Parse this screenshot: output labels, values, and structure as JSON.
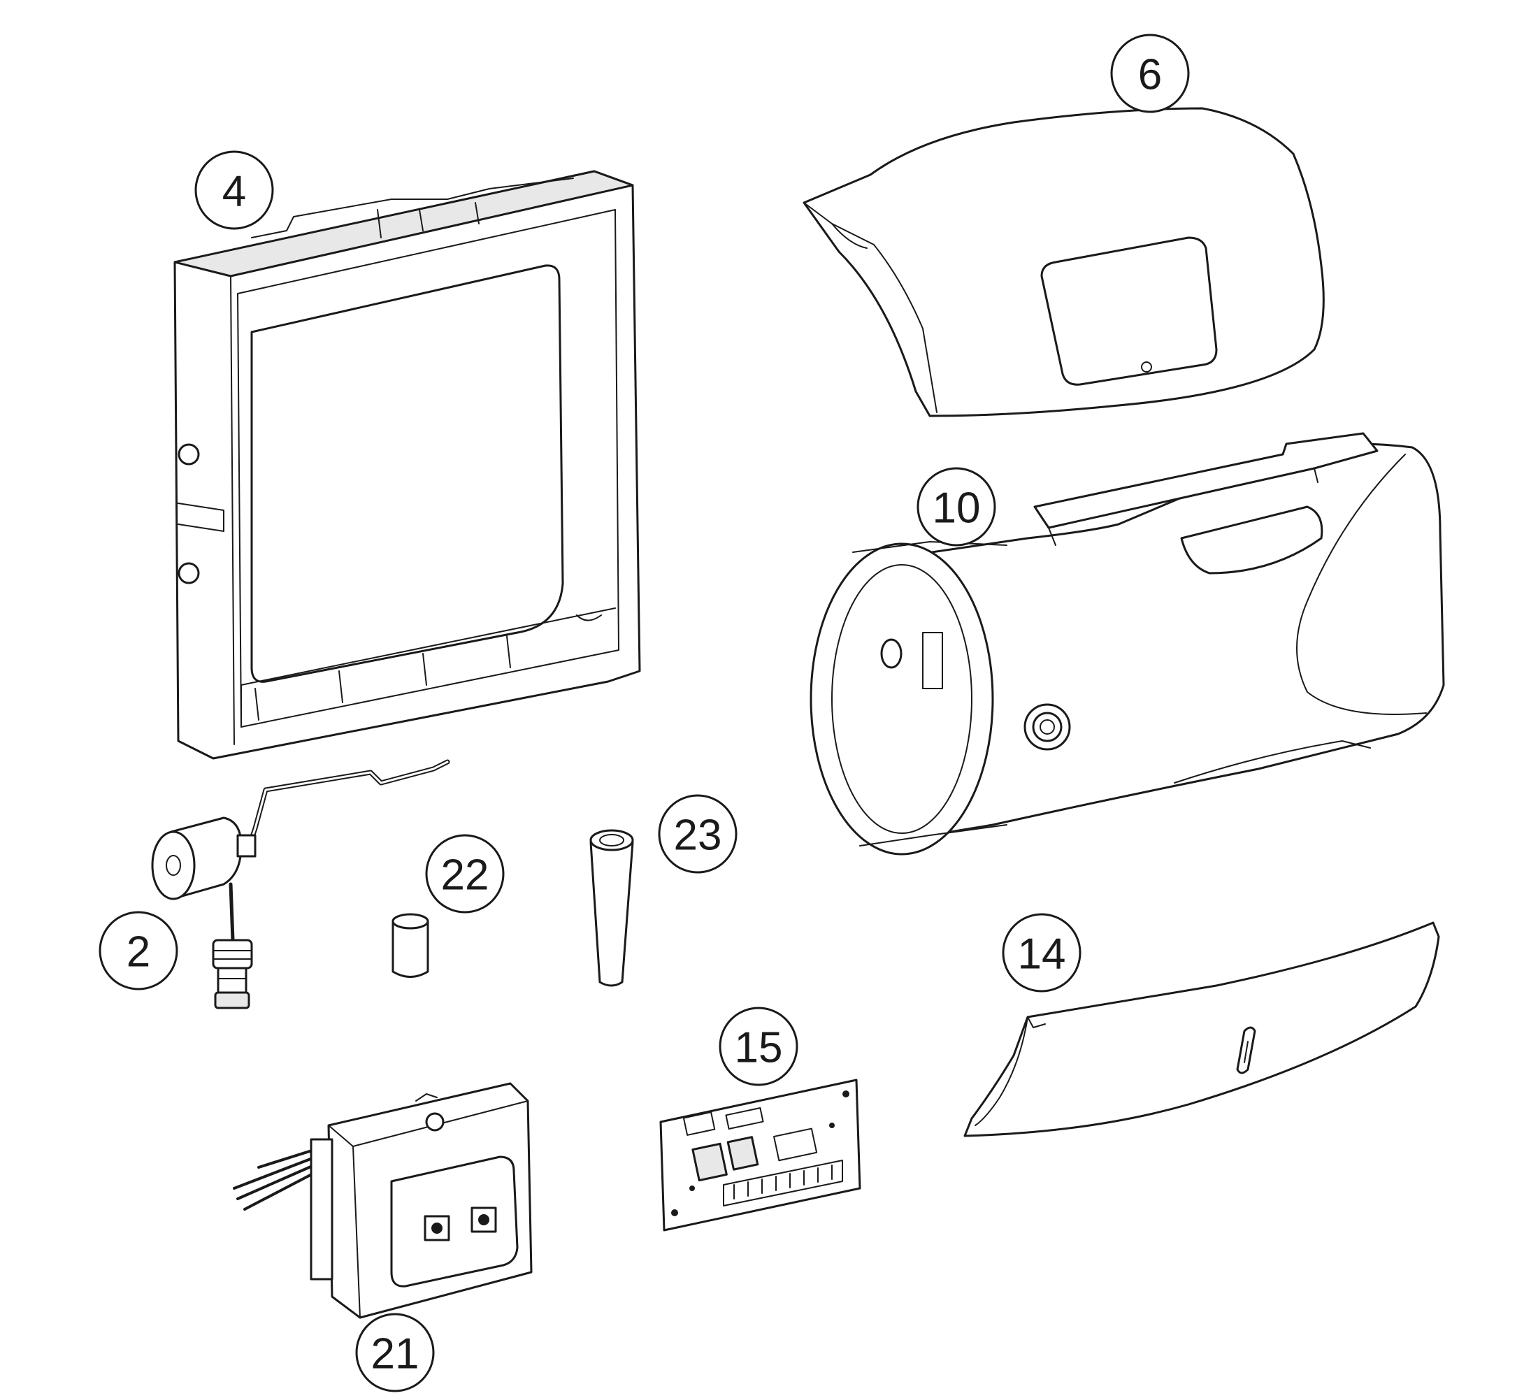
{
  "colors": {
    "line": "#1a1a1a",
    "background": "#ffffff",
    "shade": "#e8e8e8"
  },
  "callouts": [
    {
      "id": "4",
      "label": "4"
    },
    {
      "id": "6",
      "label": "6"
    },
    {
      "id": "10",
      "label": "10"
    },
    {
      "id": "2",
      "label": "2"
    },
    {
      "id": "22",
      "label": "22"
    },
    {
      "id": "23",
      "label": "23"
    },
    {
      "id": "14",
      "label": "14"
    },
    {
      "id": "15",
      "label": "15"
    },
    {
      "id": "21",
      "label": "21"
    }
  ]
}
